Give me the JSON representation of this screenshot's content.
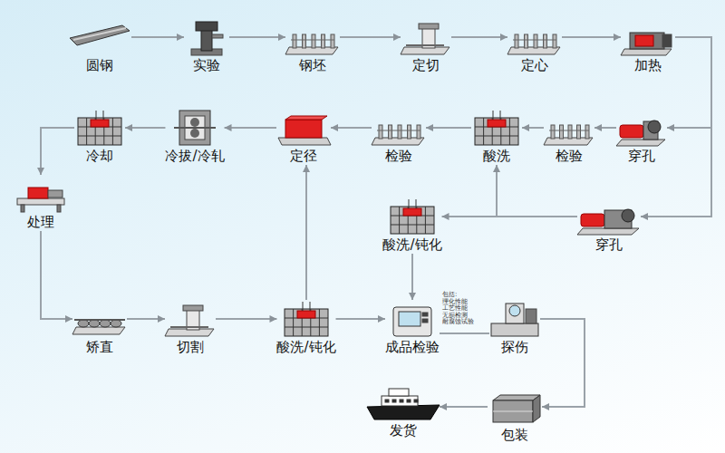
{
  "diagram": {
    "nodes": [
      {
        "text": [
          "圆钢"
        ]
      },
      {
        "text": [
          "实验"
        ]
      },
      {
        "text": [
          "钢坯"
        ]
      },
      {
        "text": [
          "定切"
        ]
      },
      {
        "text": [
          "定心"
        ]
      },
      {
        "text": [
          "加热"
        ]
      },
      {
        "text": [
          "穿孔"
        ]
      },
      {
        "text": [
          "检验"
        ]
      },
      {
        "text": [
          "酸洗"
        ]
      },
      {
        "text": [
          "检验"
        ]
      },
      {
        "text": [
          "定径"
        ]
      },
      {
        "text": [
          "冷拔/冷轧"
        ]
      },
      {
        "text": [
          "冷却"
        ]
      },
      {
        "text": [
          "处理"
        ]
      },
      {
        "text": [
          "穿孔"
        ]
      },
      {
        "text": [
          "酸洗/钝化"
        ]
      },
      {
        "text": [
          "矫直"
        ]
      },
      {
        "text": [
          "切割"
        ]
      },
      {
        "text": [
          "酸洗/钝化"
        ]
      },
      {
        "text": [
          "成品检验"
        ]
      },
      {
        "text": [
          "探伤"
        ]
      },
      {
        "text": [
          "包装"
        ]
      },
      {
        "text": [
          "发货"
        ]
      }
    ],
    "edges": [
      {
        "from": 0,
        "to": 1,
        "arrow": "to"
      },
      {
        "from": 1,
        "to": 2,
        "arrow": "to"
      },
      {
        "from": 2,
        "to": 3,
        "arrow": "to"
      },
      {
        "from": 3,
        "to": 4,
        "arrow": "to"
      },
      {
        "from": 4,
        "to": 5,
        "arrow": "to"
      },
      {
        "from": 5,
        "to": 6,
        "arrow": "to"
      },
      {
        "from": 5,
        "to": 14,
        "arrow": "to"
      },
      {
        "from": 6,
        "to": 7,
        "arrow": "to"
      },
      {
        "from": 7,
        "to": 8,
        "arrow": "to"
      },
      {
        "from": 8,
        "to": 9,
        "arrow": "to"
      },
      {
        "from": 9,
        "to": 10,
        "arrow": "to"
      },
      {
        "from": 10,
        "to": 11,
        "arrow": "to"
      },
      {
        "from": 11,
        "to": 12,
        "arrow": "to"
      },
      {
        "from": 12,
        "to": 13,
        "arrow": "to"
      },
      {
        "from": 13,
        "to": 16,
        "arrow": "to"
      },
      {
        "from": 14,
        "to": 15,
        "arrow": "to"
      },
      {
        "from": 14,
        "to": 8,
        "arrow": "to"
      },
      {
        "from": 15,
        "to": 19,
        "arrow": "to"
      },
      {
        "from": 16,
        "to": 17,
        "arrow": "to"
      },
      {
        "from": 17,
        "to": 18,
        "arrow": "to"
      },
      {
        "from": 18,
        "to": 19,
        "arrow": "to"
      },
      {
        "from": 18,
        "to": 10,
        "arrow": "to"
      },
      {
        "from": 19,
        "to": 20,
        "arrow": "none"
      },
      {
        "from": 20,
        "to": 21,
        "arrow": "to"
      },
      {
        "from": 21,
        "to": 22,
        "arrow": "to"
      }
    ],
    "labels": [
      "包括:",
      "理化性能",
      "工艺性能",
      "无损检测",
      "耐腐蚀试验"
    ]
  }
}
